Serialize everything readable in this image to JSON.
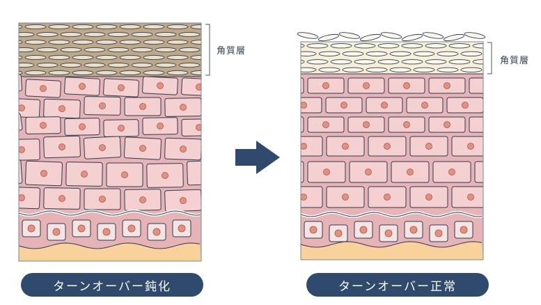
{
  "panels": {
    "left": {
      "bracket_label": "角質層",
      "caption": "ターンオーバー鈍化"
    },
    "right": {
      "bracket_label": "角質層",
      "caption": "ターンオーバー正常"
    }
  },
  "colors": {
    "outline": "#2d3b52",
    "horny_left": "#bfa887",
    "horny_left_flake": "#e8dfcc",
    "horny_right": "#f7efd7",
    "horny_right_flake": "#fbf7ea",
    "dermis_bg": "#e6b3b6",
    "cell_fill": "#f4d0d1",
    "nucleus": "#e5907c",
    "basal_fill": "#f5e4e4",
    "base_layer": "#f8d29a",
    "caption_bg": "#2f4a6d",
    "arrow": "#2f4a6d"
  },
  "icons": {
    "transition": "arrow-right-icon"
  }
}
